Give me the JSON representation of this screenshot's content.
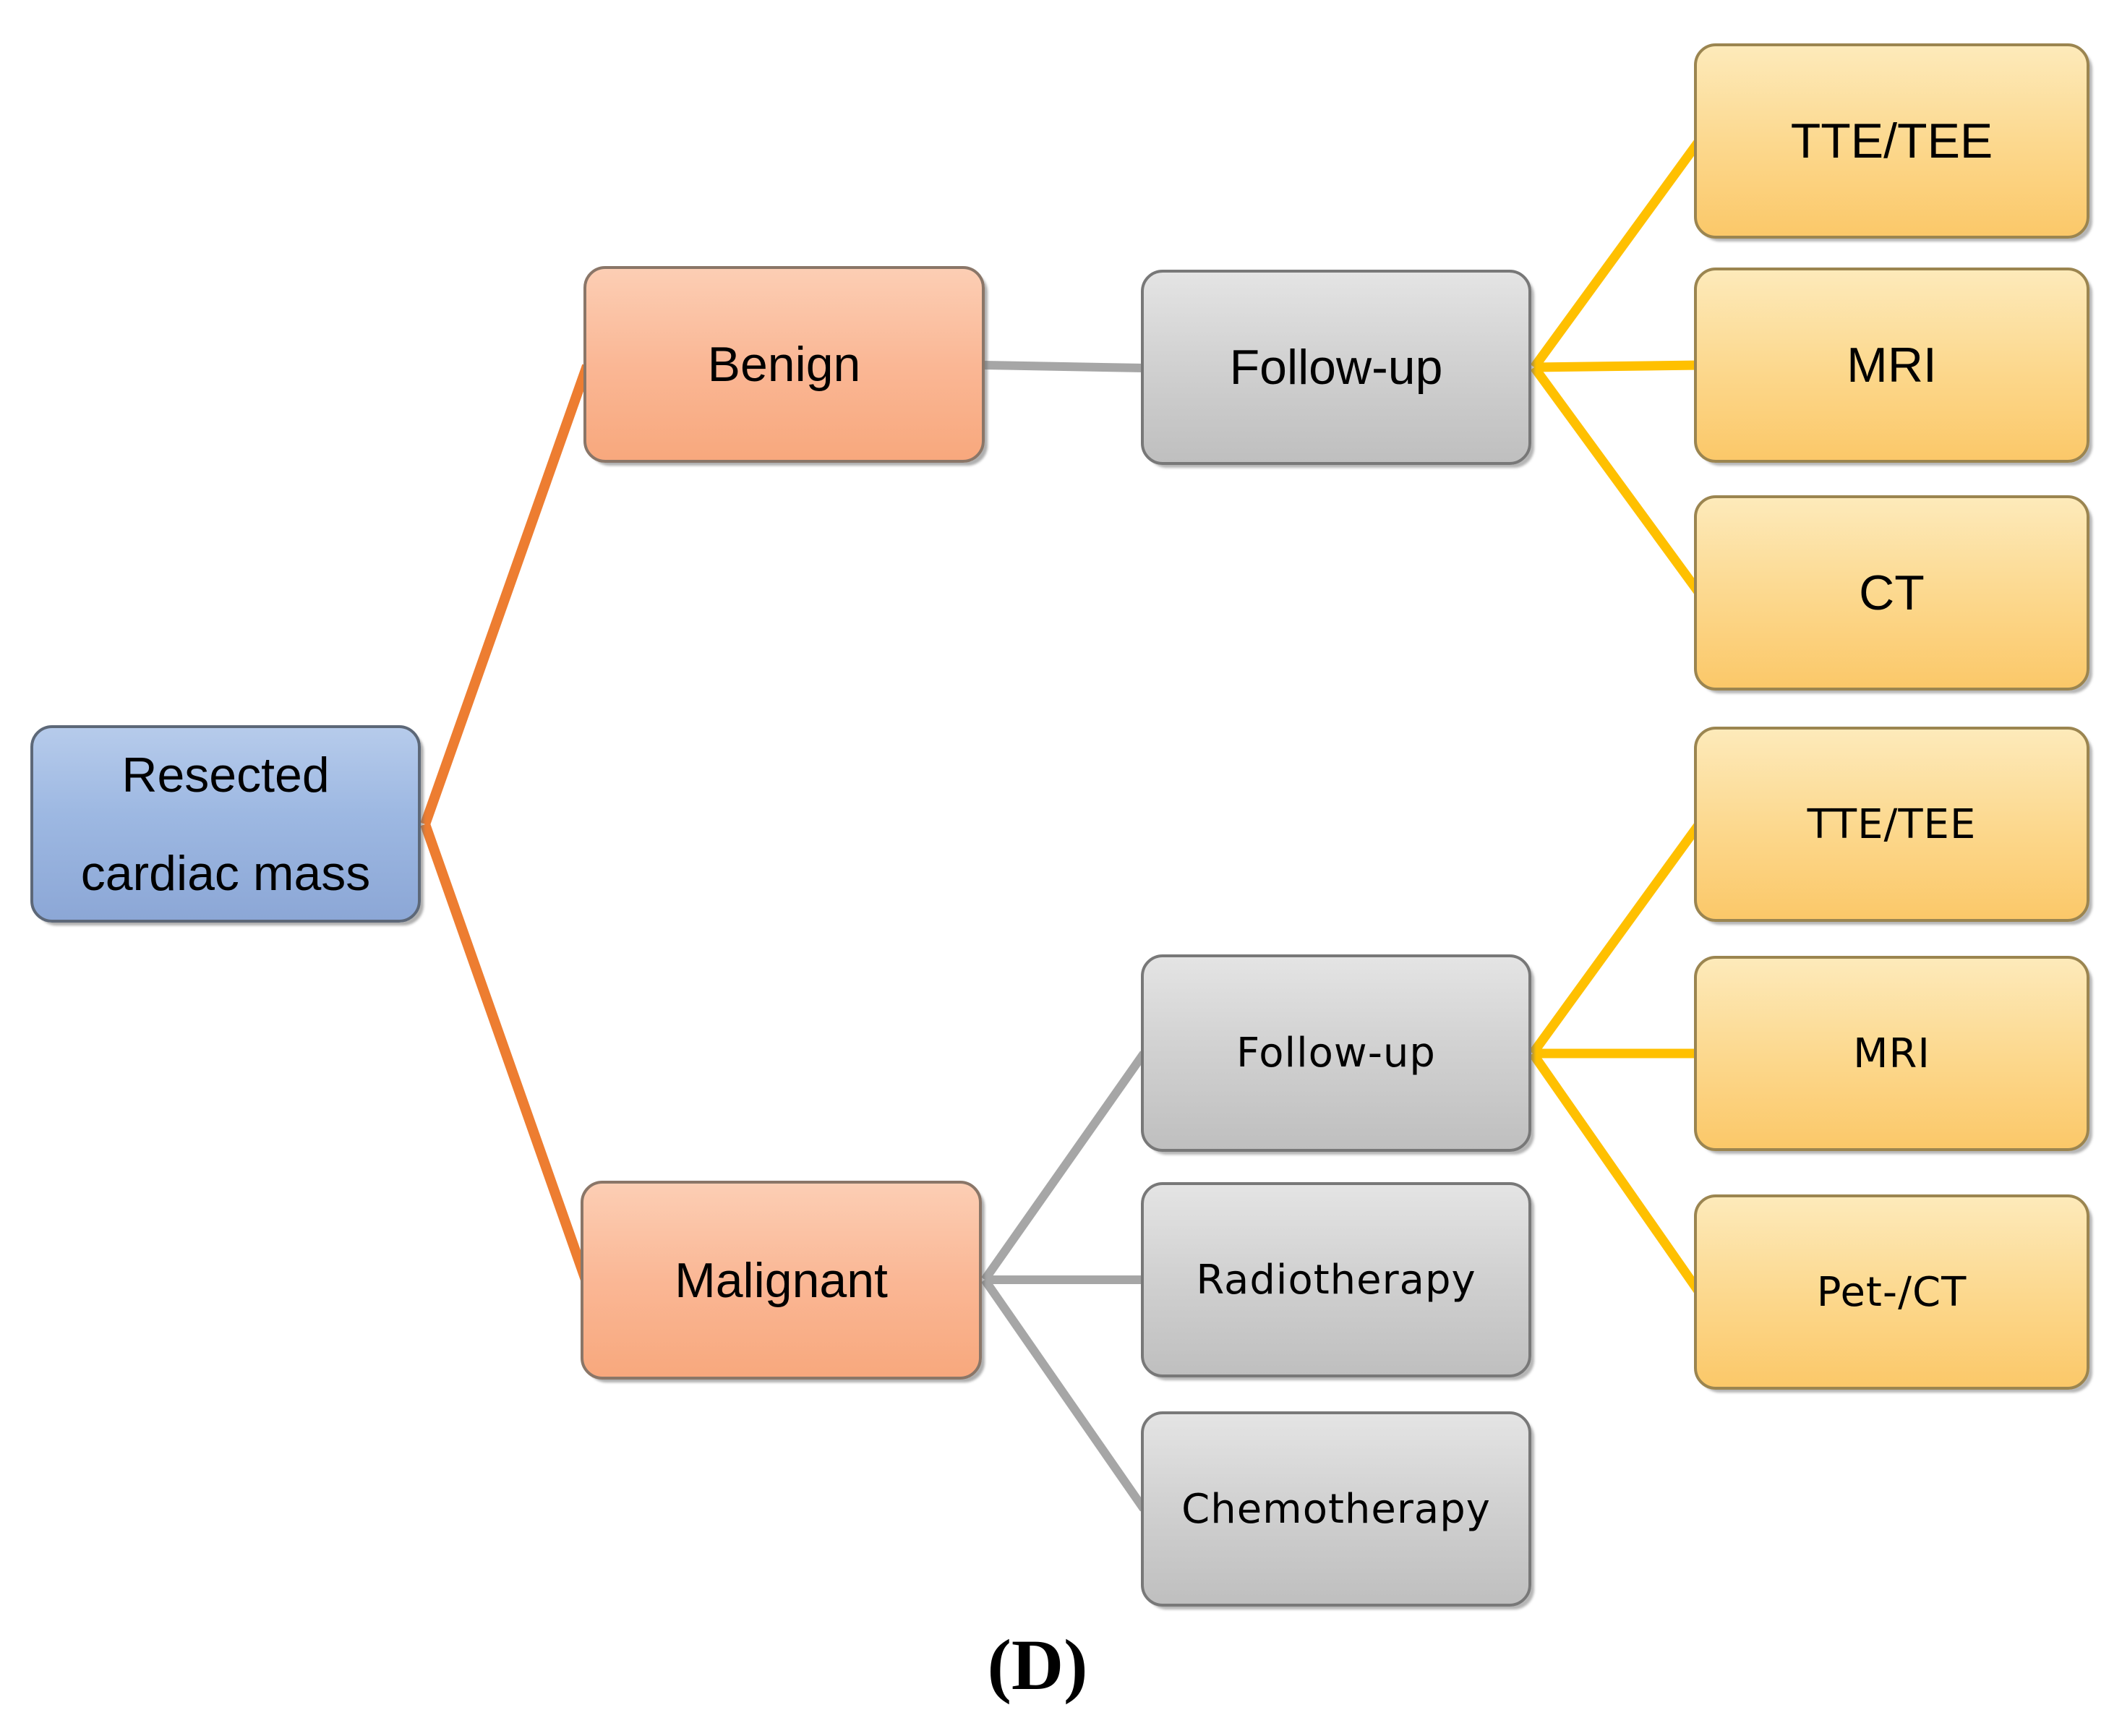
{
  "diagram": {
    "caption": "(D)",
    "nodes": {
      "root": {
        "line1": "Resected",
        "line2": "cardiac mass"
      },
      "benign": {
        "label": "Benign"
      },
      "malignant": {
        "label": "Malignant"
      },
      "followup_benign": {
        "label": "Follow-up"
      },
      "tte_benign": {
        "label": "TTE/TEE"
      },
      "mri_benign": {
        "label": "MRI"
      },
      "ct_benign": {
        "label": "CT"
      },
      "followup_malignant": {
        "label": "Follow-up"
      },
      "radiotherapy": {
        "label": "Radiotherapy"
      },
      "chemotherapy": {
        "label": "Chemotherapy"
      },
      "tte_malignant": {
        "label": "TTE/TEE"
      },
      "mri_malignant": {
        "label": "MRI"
      },
      "petct_malignant": {
        "label": "Pet-/CT"
      }
    },
    "edges": [
      {
        "from": "root",
        "to": "benign",
        "color_role": "orange"
      },
      {
        "from": "root",
        "to": "malignant",
        "color_role": "orange"
      },
      {
        "from": "benign",
        "to": "followup_benign",
        "color_role": "gray"
      },
      {
        "from": "followup_benign",
        "to": "tte_benign",
        "color_role": "gold"
      },
      {
        "from": "followup_benign",
        "to": "mri_benign",
        "color_role": "gold"
      },
      {
        "from": "followup_benign",
        "to": "ct_benign",
        "color_role": "gold"
      },
      {
        "from": "malignant",
        "to": "followup_malignant",
        "color_role": "gray"
      },
      {
        "from": "malignant",
        "to": "radiotherapy",
        "color_role": "gray"
      },
      {
        "from": "malignant",
        "to": "chemotherapy",
        "color_role": "gray"
      },
      {
        "from": "followup_malignant",
        "to": "tte_malignant",
        "color_role": "gold"
      },
      {
        "from": "followup_malignant",
        "to": "mri_malignant",
        "color_role": "gold"
      },
      {
        "from": "followup_malignant",
        "to": "petct_malignant",
        "color_role": "gold"
      }
    ],
    "palette": {
      "connector_orange": "#ED7D31",
      "connector_gold": "#FFC000",
      "connector_gray": "#A6A6A6",
      "root_fill_top": "#b6cbeb",
      "root_fill_bottom": "#8ca7d6",
      "root_border": "#5d6878",
      "category_fill_top": "#fcceb4",
      "category_fill_bottom": "#f8a87d",
      "category_border": "#8a7668",
      "action_fill_top": "#e4e4e4",
      "action_fill_bottom": "#bfbfbf",
      "action_border": "#787878",
      "imaging_fill_top": "#fdeaba",
      "imaging_fill_bottom": "#fbc869",
      "imaging_border": "#9b8550"
    }
  }
}
